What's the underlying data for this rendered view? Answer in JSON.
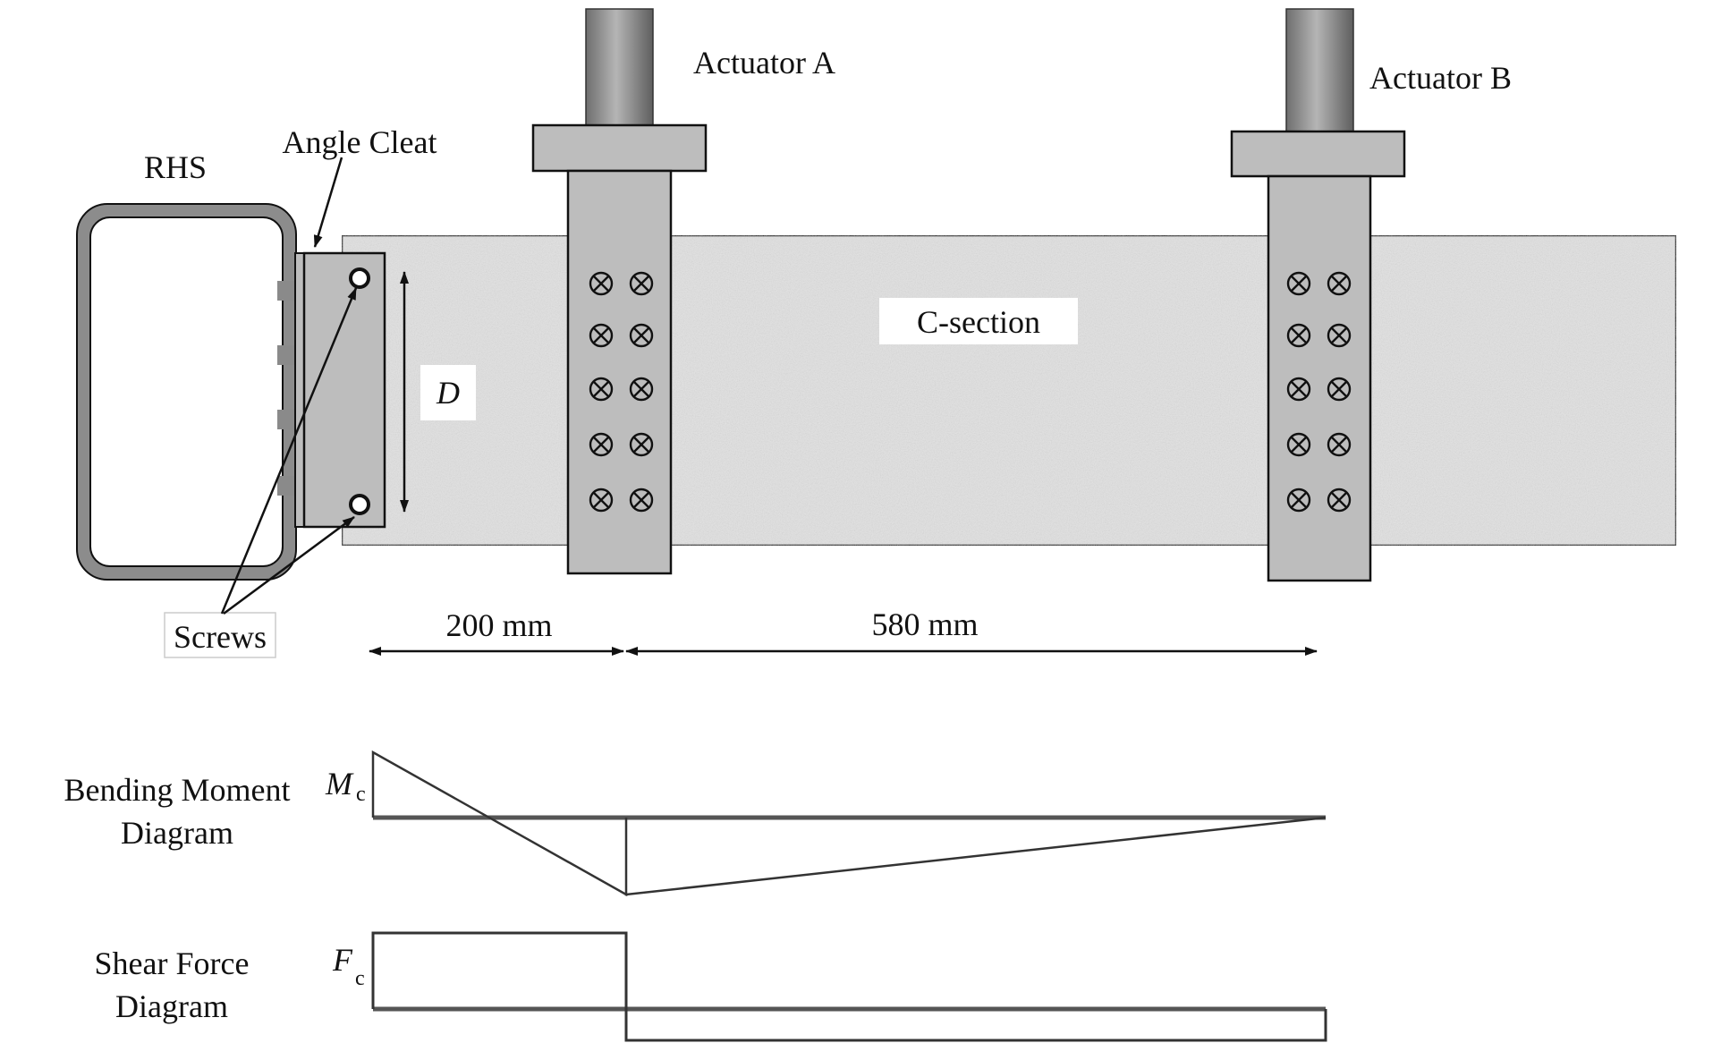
{
  "labels": {
    "rhs": "RHS",
    "angle_cleat": "Angle Cleat",
    "actuator_a": "Actuator A",
    "actuator_b": "Actuator B",
    "c_section": "C-section",
    "depth": "D",
    "screws": "Screws",
    "dim_left": "200 mm",
    "dim_right": "580 mm",
    "bmd_line1": "Bending Moment",
    "bmd_line2": "Diagram",
    "sfd_line1": "Shear Force",
    "sfd_line2": "Diagram",
    "moment_symbol": "M",
    "moment_sub": "c",
    "force_symbol": "F",
    "force_sub": "c"
  },
  "colors": {
    "stroke": "#111111",
    "plate": "#bdbdbd",
    "beam": "#e4e4e4",
    "actuator_rod": "#7a7a7a"
  }
}
